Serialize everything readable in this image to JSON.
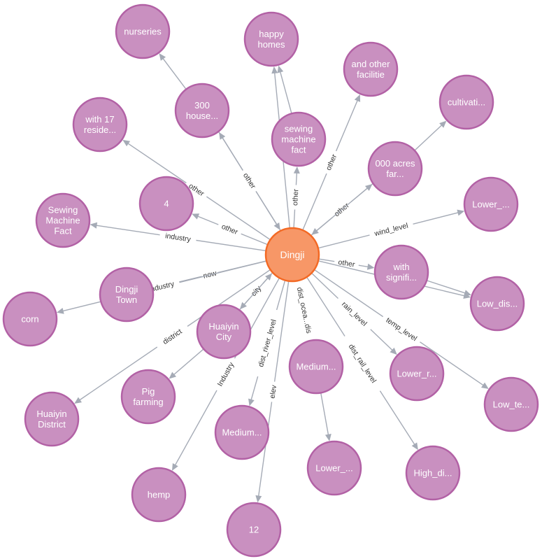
{
  "center": {
    "id": "dingji",
    "label": "Dingji"
  },
  "nodes": [
    {
      "id": "nurseries",
      "lines": [
        "nurseries"
      ]
    },
    {
      "id": "happy",
      "lines": [
        "happy",
        "homes"
      ]
    },
    {
      "id": "other_fac",
      "lines": [
        "and other",
        "facilitie"
      ]
    },
    {
      "id": "cultivati",
      "lines": [
        "cultivati..."
      ]
    },
    {
      "id": "house300",
      "lines": [
        "300",
        "house..."
      ]
    },
    {
      "id": "sewing_lc",
      "lines": [
        "sewing",
        "machine",
        "fact"
      ]
    },
    {
      "id": "acres",
      "lines": [
        "000 acres",
        "far..."
      ]
    },
    {
      "id": "with17",
      "lines": [
        "with 17",
        "reside..."
      ]
    },
    {
      "id": "four",
      "lines": [
        "4"
      ]
    },
    {
      "id": "lower_wind",
      "lines": [
        "Lower_..."
      ]
    },
    {
      "id": "sewing_uc",
      "lines": [
        "Sewing",
        "Machine",
        "Fact"
      ]
    },
    {
      "id": "signifi",
      "lines": [
        "with",
        "signifi..."
      ]
    },
    {
      "id": "dingji_town",
      "lines": [
        "Dingji",
        "Town"
      ]
    },
    {
      "id": "low_dis",
      "lines": [
        "Low_dis..."
      ]
    },
    {
      "id": "corn",
      "lines": [
        "corn"
      ]
    },
    {
      "id": "huaiyin_city",
      "lines": [
        "Huaiyin",
        "City"
      ]
    },
    {
      "id": "medium1",
      "lines": [
        "Medium..."
      ]
    },
    {
      "id": "lower_r",
      "lines": [
        "Lower_r..."
      ]
    },
    {
      "id": "low_te",
      "lines": [
        "Low_te..."
      ]
    },
    {
      "id": "pig",
      "lines": [
        "Pig",
        "farming"
      ]
    },
    {
      "id": "huaiyin_dist",
      "lines": [
        "Huaiyin",
        "District"
      ]
    },
    {
      "id": "medium2",
      "lines": [
        "Medium..."
      ]
    },
    {
      "id": "lower2",
      "lines": [
        "Lower_..."
      ]
    },
    {
      "id": "high_di",
      "lines": [
        "High_di..."
      ]
    },
    {
      "id": "hemp",
      "lines": [
        "hemp"
      ]
    },
    {
      "id": "twelve",
      "lines": [
        "12"
      ]
    }
  ],
  "edges": [
    {
      "from": "dingji",
      "to": "house300",
      "label": "other"
    },
    {
      "from": "dingji",
      "to": "happy",
      "label": "other"
    },
    {
      "from": "dingji",
      "to": "sewing_lc",
      "label": "other"
    },
    {
      "from": "dingji",
      "to": "other_fac",
      "label": "other"
    },
    {
      "from": "dingji",
      "to": "acres",
      "label": "other"
    },
    {
      "from": "dingji",
      "to": "with17",
      "label": "other"
    },
    {
      "from": "dingji",
      "to": "four",
      "label": "other"
    },
    {
      "from": "dingji",
      "to": "sewing_uc",
      "label": "industry"
    },
    {
      "from": "dingji",
      "to": "lower_wind",
      "label": "wind_level"
    },
    {
      "from": "dingji",
      "to": "signifi",
      "label": "other"
    },
    {
      "from": "dingji",
      "to": "low_dis",
      "label": "dist..."
    },
    {
      "from": "dingji",
      "to": "dingji_town",
      "label": "now"
    },
    {
      "from": "dingji",
      "to": "corn",
      "label": "industry"
    },
    {
      "from": "dingji",
      "to": "huaiyin_city",
      "label": "city"
    },
    {
      "from": "dingji",
      "to": "huaiyin_dist",
      "label": "district"
    },
    {
      "from": "dingji",
      "to": "hemp",
      "label": "Industry"
    },
    {
      "from": "dingji",
      "to": "medium2",
      "label": "dist_river_level"
    },
    {
      "from": "dingji",
      "to": "twelve",
      "label": "elev"
    },
    {
      "from": "dingji",
      "to": "medium1",
      "label": "dist_ocea...dis"
    },
    {
      "from": "dingji",
      "to": "high_di",
      "label": "dist_rail_level"
    },
    {
      "from": "dingji",
      "to": "lower_r",
      "label": "rain_level"
    },
    {
      "from": "dingji",
      "to": "low_te",
      "label": "temp_level"
    },
    {
      "from": "house300",
      "to": "nurseries",
      "label": ""
    },
    {
      "from": "house300",
      "to": "dingji",
      "label": "other"
    },
    {
      "from": "acres",
      "to": "cultivati",
      "label": ""
    },
    {
      "from": "acres",
      "to": "dingji",
      "label": ""
    },
    {
      "from": "signifi",
      "to": "low_dis",
      "label": ""
    },
    {
      "from": "huaiyin_city",
      "to": "dingji",
      "label": ""
    },
    {
      "from": "huaiyin_city",
      "to": "pig",
      "label": ""
    },
    {
      "from": "medium1",
      "to": "lower2",
      "label": ""
    },
    {
      "from": "sewing_lc",
      "to": "happy",
      "label": ""
    }
  ]
}
